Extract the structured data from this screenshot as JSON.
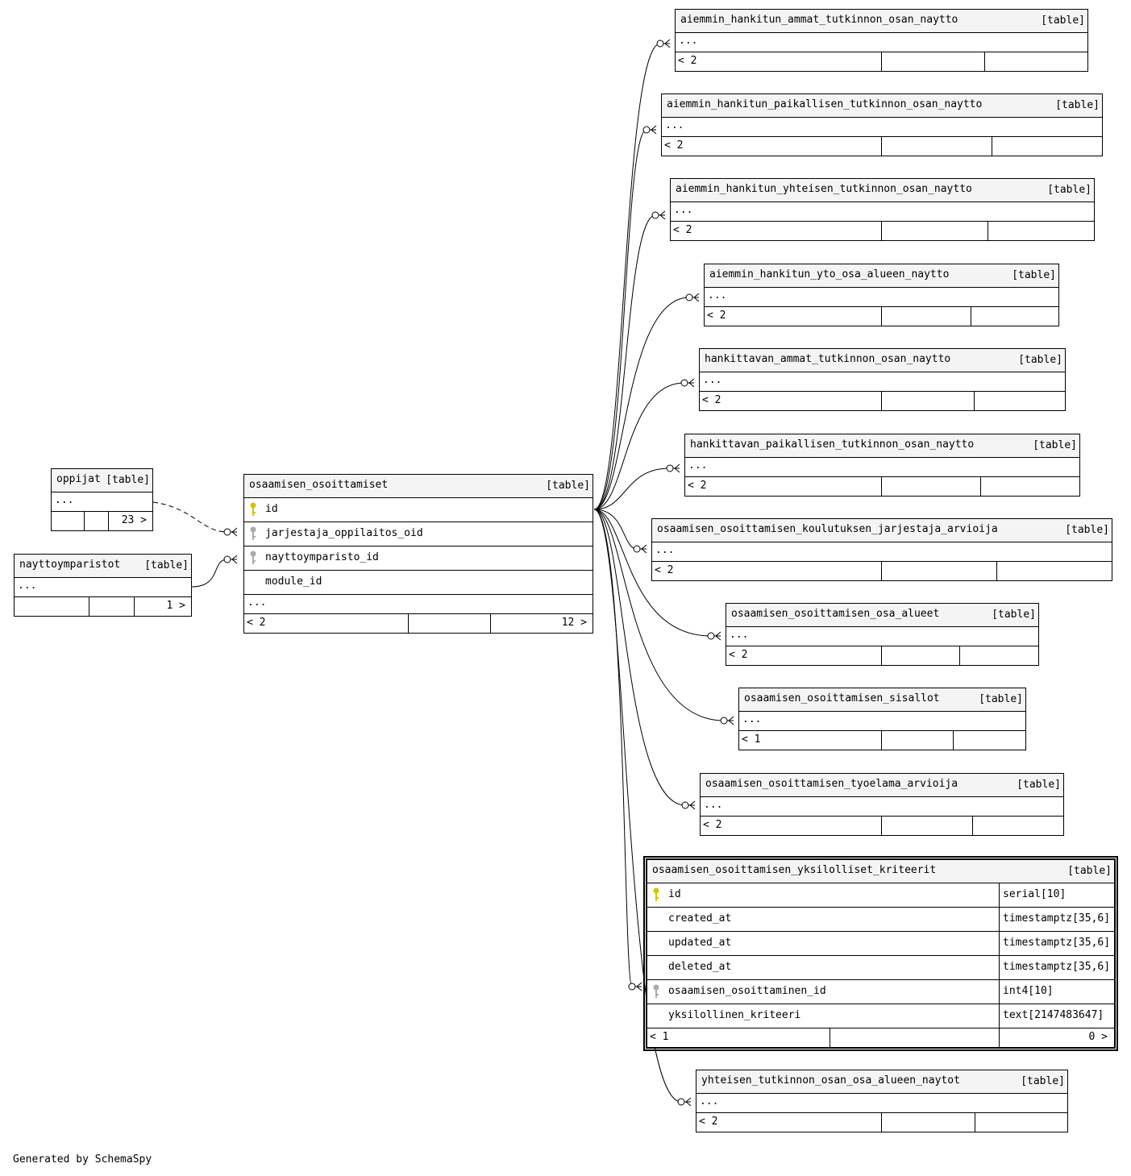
{
  "tag": "[table]",
  "ellipsis": "...",
  "generated_by": "Generated by SchemaSpy",
  "colors": {
    "primary_key": "#d4c400",
    "foreign_key": "#aaaaaa",
    "header_bg": "#f4f4f4"
  },
  "tables": {
    "oppijat": {
      "name": "oppijat",
      "parents": "",
      "children": "23 >"
    },
    "nayttoymparistot": {
      "name": "nayttoymparistot",
      "parents": "",
      "children": "1 >"
    },
    "center": {
      "name": "osaamisen_osoittamiset",
      "columns": [
        {
          "name": "id",
          "key": "primary-key"
        },
        {
          "name": "jarjestaja_oppilaitos_oid",
          "key": "foreign-key"
        },
        {
          "name": "nayttoymparisto_id",
          "key": "foreign-key"
        },
        {
          "name": "module_id",
          "key": ""
        }
      ],
      "parents": "< 2",
      "children": "12 >"
    },
    "children": [
      {
        "name": "aiemmin_hankitun_ammat_tutkinnon_osan_naytto",
        "parents": "< 2"
      },
      {
        "name": "aiemmin_hankitun_paikallisen_tutkinnon_osan_naytto",
        "parents": "< 2"
      },
      {
        "name": "aiemmin_hankitun_yhteisen_tutkinnon_osan_naytto",
        "parents": "< 2"
      },
      {
        "name": "aiemmin_hankitun_yto_osa_alueen_naytto",
        "parents": "< 2"
      },
      {
        "name": "hankittavan_ammat_tutkinnon_osan_naytto",
        "parents": "< 2"
      },
      {
        "name": "hankittavan_paikallisen_tutkinnon_osan_naytto",
        "parents": "< 2"
      },
      {
        "name": "osaamisen_osoittamisen_koulutuksen_jarjestaja_arvioija",
        "parents": "< 2"
      },
      {
        "name": "osaamisen_osoittamisen_osa_alueet",
        "parents": "< 2"
      },
      {
        "name": "osaamisen_osoittamisen_sisallot",
        "parents": "< 1"
      },
      {
        "name": "osaamisen_osoittamisen_tyoelama_arvioija",
        "parents": "< 2"
      },
      {
        "name": "yhteisen_tutkinnon_osan_osa_alueen_naytot",
        "parents": "< 2"
      }
    ],
    "focus": {
      "name": "osaamisen_osoittamisen_yksilolliset_kriteerit",
      "columns": [
        {
          "name": "id",
          "type": "serial[10]",
          "key": "primary-key"
        },
        {
          "name": "created_at",
          "type": "timestamptz[35,6]",
          "key": ""
        },
        {
          "name": "updated_at",
          "type": "timestamptz[35,6]",
          "key": ""
        },
        {
          "name": "deleted_at",
          "type": "timestamptz[35,6]",
          "key": ""
        },
        {
          "name": "osaamisen_osoittaminen_id",
          "type": "int4[10]",
          "key": "foreign-key"
        },
        {
          "name": "yksilollinen_kriteeri",
          "type": "text[2147483647]",
          "key": ""
        }
      ],
      "parents": "< 1",
      "children": "0 >"
    }
  }
}
